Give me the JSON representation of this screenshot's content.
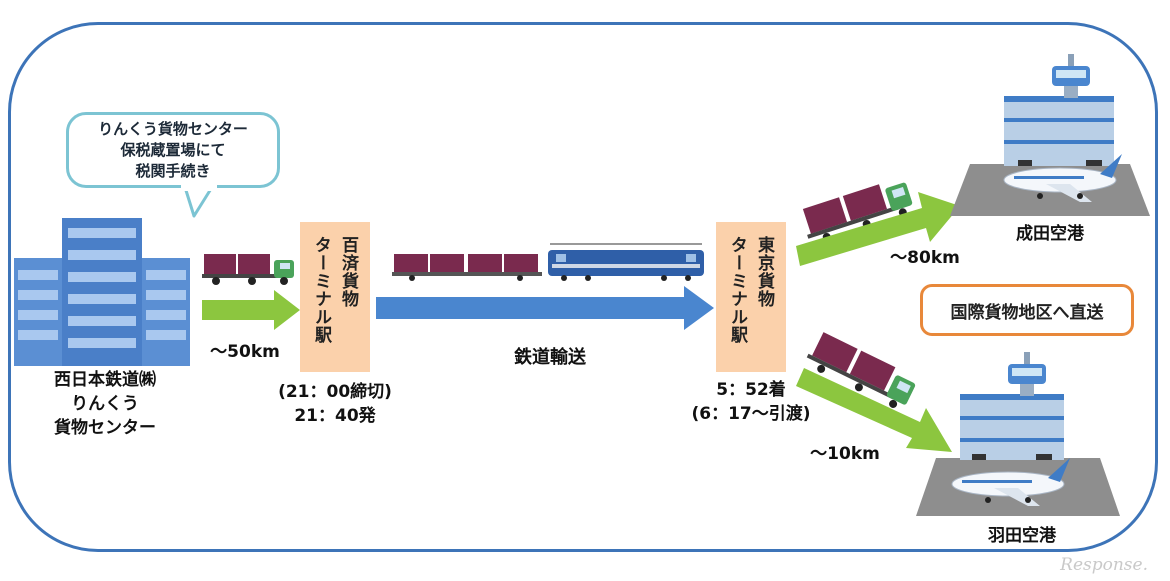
{
  "callout": {
    "lines": [
      "りんくう貨物センター",
      "保税蔵置場にて",
      "税関手続き"
    ]
  },
  "origin": {
    "lines": [
      "西日本鉄道㈱",
      "りんくう",
      "貨物センター"
    ]
  },
  "legs": {
    "truck_to_terminal": "～50km",
    "rail": "鉄道輸送",
    "to_narita": "～80km",
    "to_haneda": "～10km"
  },
  "terminals": {
    "osaka": {
      "columns": [
        "百済貨物",
        "ターミナル駅"
      ],
      "times": [
        "(21：00締切)",
        "21：40発"
      ]
    },
    "tokyo": {
      "columns": [
        "東京貨物",
        "ターミナル駅"
      ],
      "times": [
        "5：52着",
        "(6：17～引渡)"
      ]
    }
  },
  "airports": {
    "narita": "成田空港",
    "haneda": "羽田空港"
  },
  "intl_box": "国際貨物地区へ直送",
  "watermark": "Response.",
  "colors": {
    "frame": "#3d74b8",
    "green_arrow": "#8cc63f",
    "blue_arrow": "#4a86cf",
    "station_fill": "#fbd1ab",
    "callout_border": "#7cc4d3",
    "intl_border": "#e8883a",
    "container": "#7a2a4e",
    "locomotive": "#2f5fa8"
  },
  "icons": [
    "office-building-icon",
    "truck-icon",
    "freight-train-icon",
    "airport-icon",
    "airplane-icon"
  ]
}
